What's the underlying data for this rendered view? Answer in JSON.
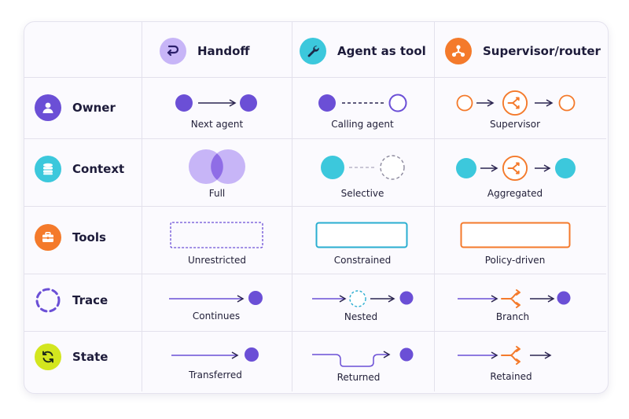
{
  "columns": [
    {
      "label": "Handoff",
      "icon": "return-arrow-icon",
      "color": "#c7b5f7"
    },
    {
      "label": "Agent as tool",
      "icon": "wrench-icon",
      "color": "#3cc8dc"
    },
    {
      "label": "Supervisor/router",
      "icon": "network-icon",
      "color": "#f47a2b"
    }
  ],
  "rows": [
    {
      "label": "Owner",
      "icon": "user-icon",
      "color": "#6b4fd6",
      "cells": [
        "Next agent",
        "Calling agent",
        "Supervisor"
      ]
    },
    {
      "label": "Context",
      "icon": "database-icon",
      "color": "#3cc8dc",
      "cells": [
        "Full",
        "Selective",
        "Aggregated"
      ]
    },
    {
      "label": "Tools",
      "icon": "toolbox-icon",
      "color": "#f47a2b",
      "cells": [
        "Unrestricted",
        "Constrained",
        "Policy-driven"
      ]
    },
    {
      "label": "Trace",
      "icon": "dashed-circle-icon",
      "color": "#6b4fd6",
      "cells": [
        "Continues",
        "Nested",
        "Branch"
      ]
    },
    {
      "label": "State",
      "icon": "cycle-arrows-icon",
      "color": "#d3e61f",
      "cells": [
        "Transferred",
        "Returned",
        "Retained"
      ]
    }
  ],
  "colors": {
    "purple": "#6b4fd6",
    "cyan": "#3cc8dc",
    "orange": "#f47a2b",
    "text": "#1d1b3a",
    "grid": "#e3e1ec"
  }
}
